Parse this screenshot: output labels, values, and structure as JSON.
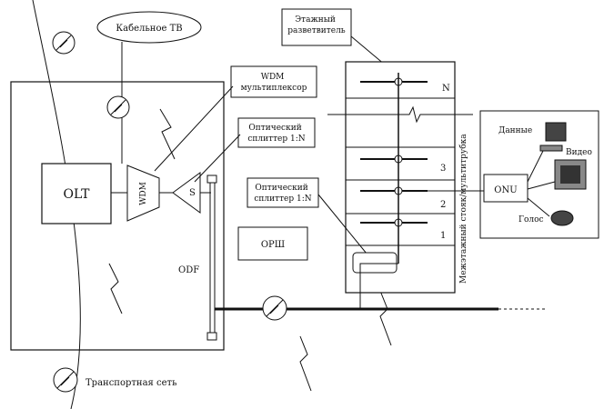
{
  "labels": {
    "cable_tv": "Кабельное ТВ",
    "wdm_mux": "WDM\nмультиплексор",
    "splitter_top": "Оптический\nсплиттер 1:N",
    "splitter_mid": "Оптический\nсплиттер 1:N",
    "floor_splitter": "Этажный\nразветвитель",
    "olt": "OLT",
    "wdm": "WDM",
    "s": "S",
    "odf": "ODF",
    "orsh": "ОРШ",
    "onu": "ONU",
    "transport": "Транспортная сеть",
    "riser": "Межэтажный стояк/мультитрубка",
    "data": "Данные",
    "video": "Видео",
    "voice": "Голос",
    "floor_n": "N",
    "floor_3": "3",
    "floor_2": "2",
    "floor_1": "1"
  },
  "colors": {
    "line": "#111111",
    "fill_box": "#ffffff",
    "fill_grey": "#e6e6e6"
  },
  "icons": [
    "pc-icon",
    "tv-icon",
    "phone-icon",
    "antenna-icon"
  ]
}
